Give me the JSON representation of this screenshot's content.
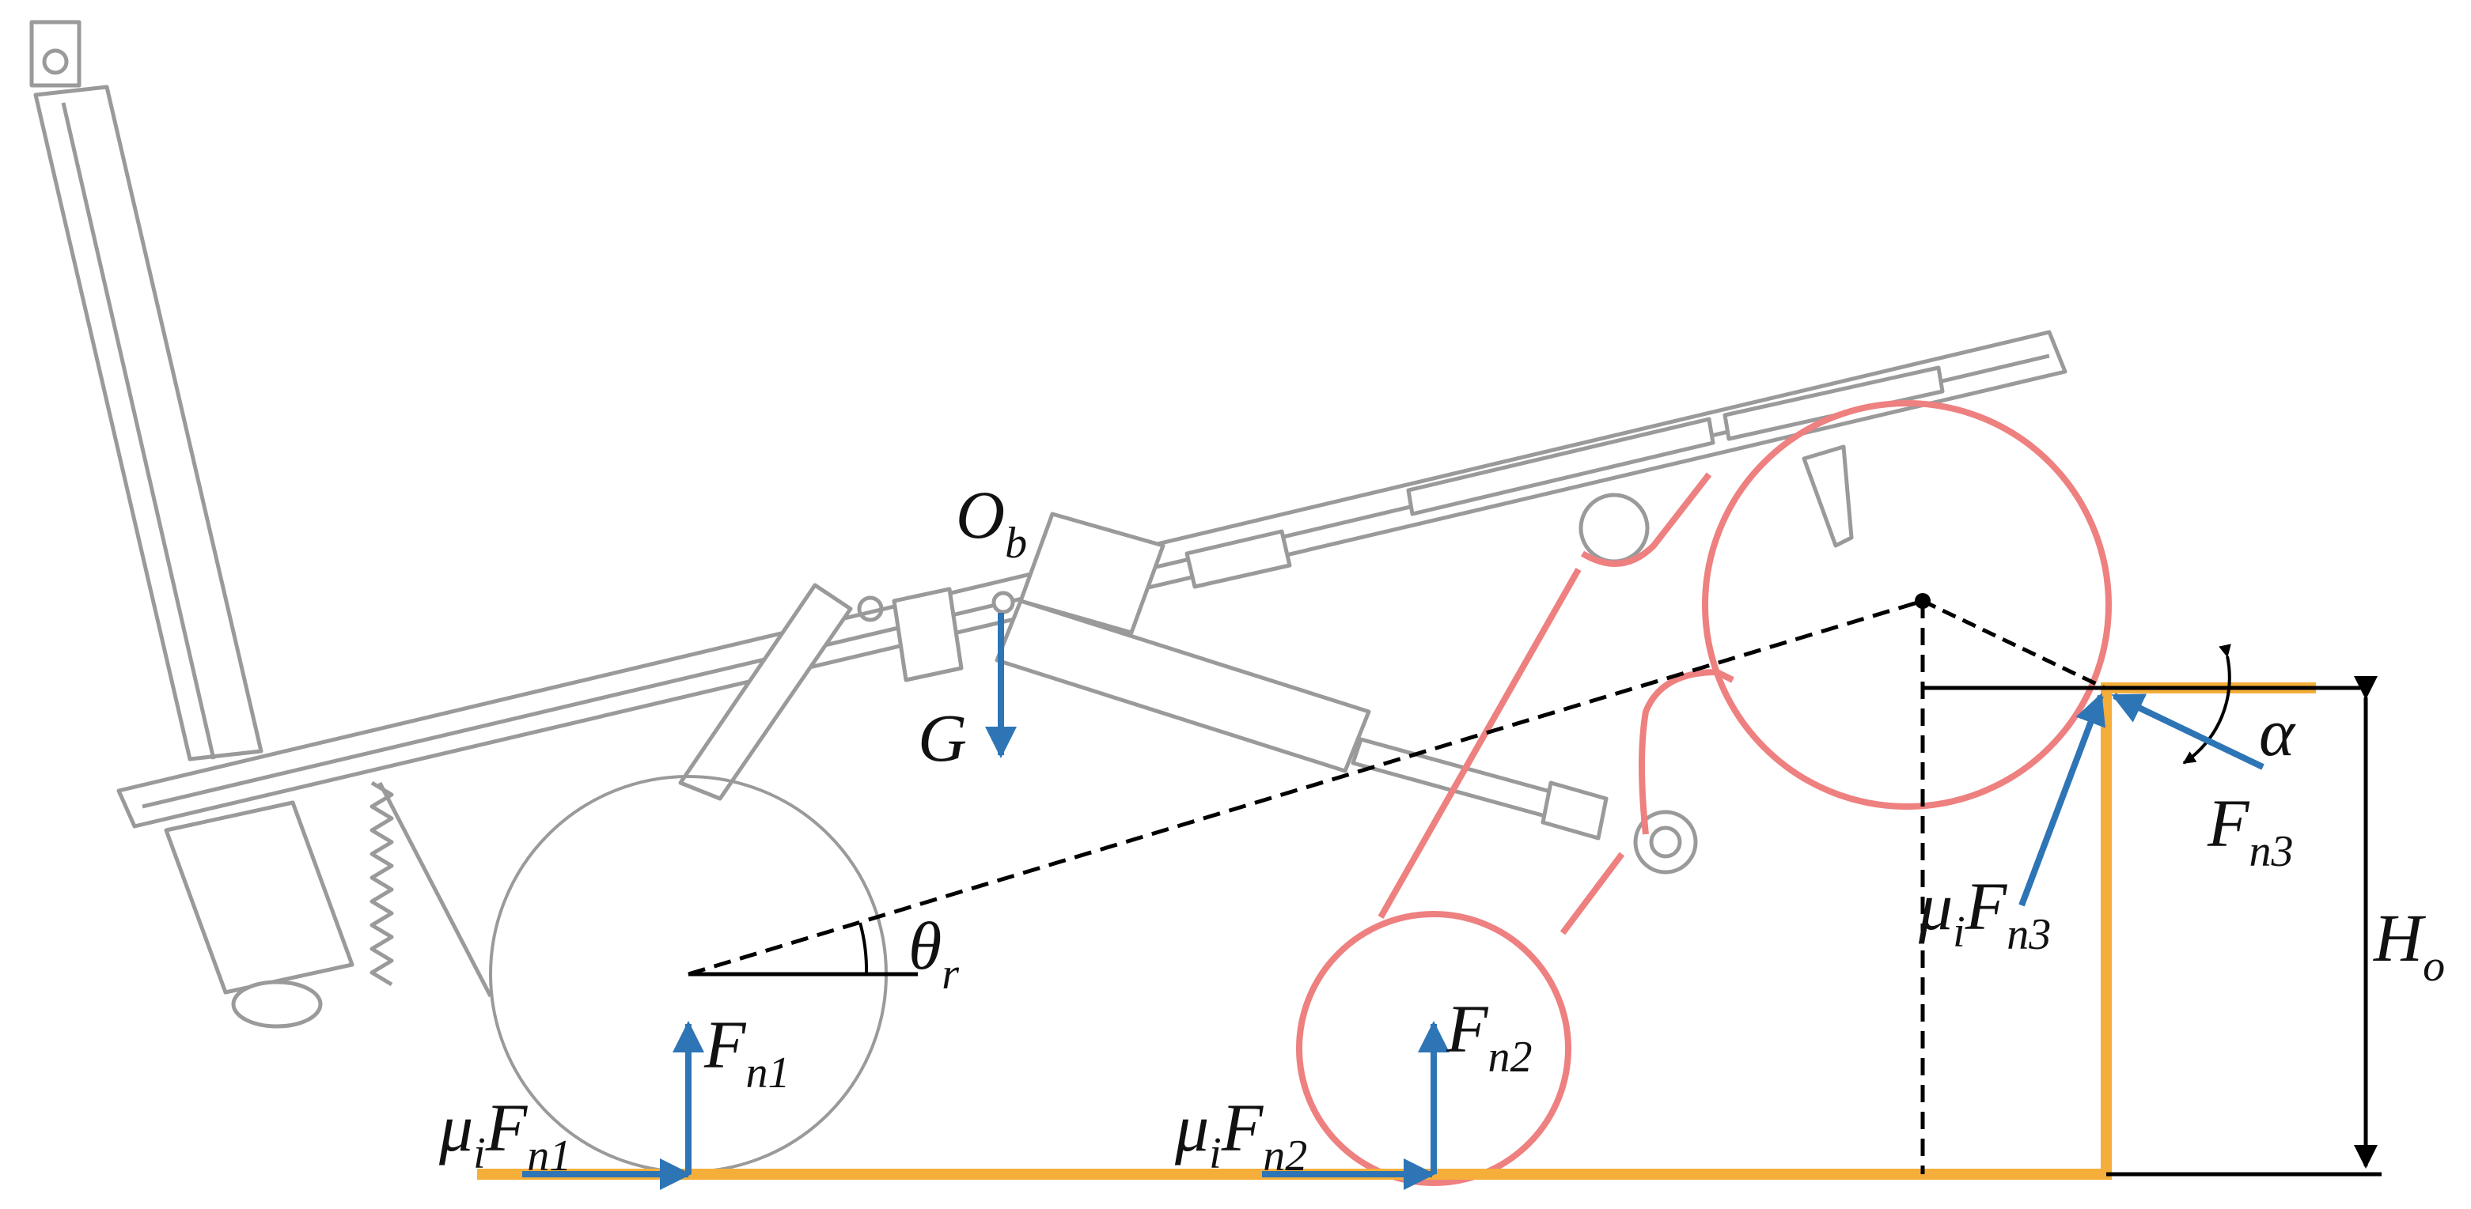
{
  "labels": {
    "ob_main": "O",
    "ob_sub": "b",
    "g": "G",
    "theta_main": "θ",
    "theta_sub": "r",
    "fn1_main": "F",
    "fn1_sub": "n1",
    "mu_fn1_mu": "μ",
    "mu_fn1_i": "i",
    "mu_fn1_f": "F",
    "mu_fn1_sub": "n1",
    "fn2_main": "F",
    "fn2_sub": "n2",
    "mu_fn2_mu": "μ",
    "mu_fn2_i": "i",
    "mu_fn2_f": "F",
    "mu_fn2_sub": "n2",
    "mu_fn3_mu": "μ",
    "mu_fn3_i": "i",
    "mu_fn3_f": "F",
    "mu_fn3_sub": "n3",
    "fn3_main": "F",
    "fn3_sub": "n3",
    "alpha": "α",
    "ho_main": "H",
    "ho_sub": "o"
  },
  "colors": {
    "force_arrow": "#2E75B6",
    "ground": "#F4B183",
    "ground_line": "#F5AE3A",
    "mechanism_outline": "#EE8080",
    "frame": "#9A9A9A",
    "annotation": "#000000"
  }
}
